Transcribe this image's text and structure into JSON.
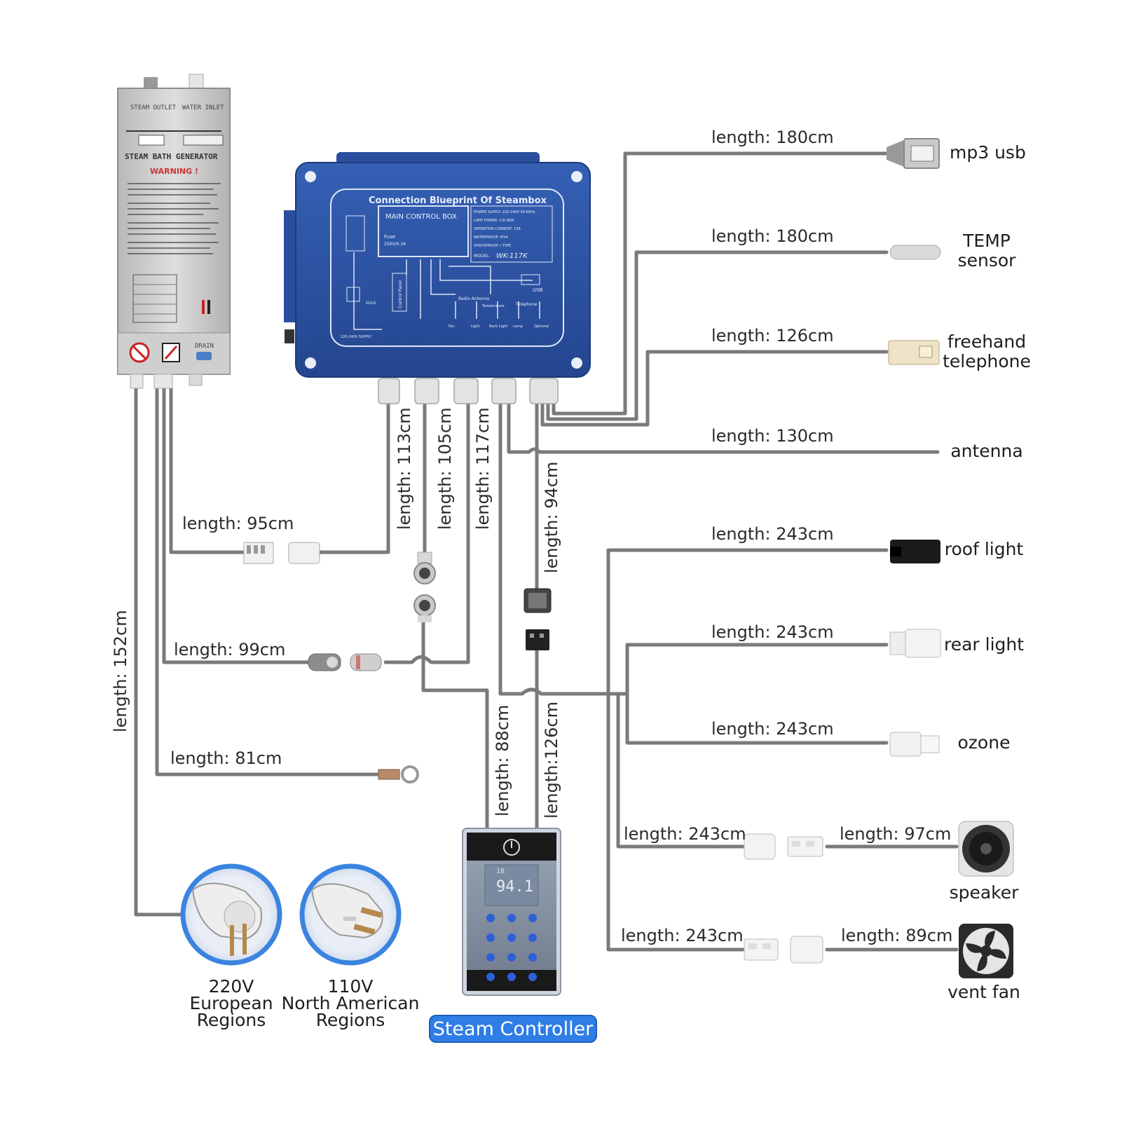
{
  "devices": {
    "mp3_usb": "mp3 usb",
    "temp_sensor_1": "TEMP",
    "temp_sensor_2": "sensor",
    "telephone_1": "freehand",
    "telephone_2": "telephone",
    "antenna": "antenna",
    "roof_light": "roof light",
    "rear_light": "rear light",
    "ozone": "ozone",
    "speaker": "speaker",
    "vent_fan": "vent fan"
  },
  "lengths": {
    "mp3_usb": "length: 180cm",
    "temp_sensor": "length: 180cm",
    "telephone": "length: 126cm",
    "antenna": "length: 130cm",
    "roof_light": "length: 243cm",
    "rear_light": "length: 243cm",
    "ozone": "length: 243cm",
    "speaker_main": "length: 243cm",
    "speaker_ext": "length: 97cm",
    "fan_main": "length: 243cm",
    "fan_ext": "length: 89cm",
    "l95": "length: 95cm",
    "l99": "length: 99cm",
    "l81": "length: 81cm",
    "l152": "length: 152cm",
    "l113": "length: 113cm",
    "l105": "length: 105cm",
    "l117": "length: 117cm",
    "l94": "length: 94cm",
    "l88": "length: 88cm",
    "l126v": "length:126cm"
  },
  "plugs": {
    "eu_1": "220V",
    "eu_2": "European",
    "eu_3": "Regions",
    "na_1": "110V",
    "na_2": "North American",
    "na_3": "Regions"
  },
  "generator": {
    "title": "STEAM BATH GENERATOR",
    "warning": "WARNING !",
    "steam_outlet": "STEAM OUTLET",
    "water_inlet": "WATER INLET",
    "drain": "DRAIN"
  },
  "control_box": {
    "title": "Connection Blueprint Of Steambox",
    "main": "MAIN CONTROL BOX",
    "control_panel": "Control Panel",
    "radio": "Radio Antenna",
    "usb": "USB",
    "telephone": "Telephone",
    "temp": "Temperature",
    "spec_1": "POWER SUPPLY: 220-240V 50-60Hz",
    "spec_2": "LIMIT POWER: 2.8-3KW",
    "spec_3": "OPERATION CURRENT: 13A",
    "spec_4": "WATERPROOF: IPX4",
    "spec_5": "SHOCKPROOF: I TYPE",
    "model_label": "MODEL:",
    "model": "WK-117K",
    "fuse": "Fuse",
    "fuse_val": "250V/6.3A",
    "fan": "Fan",
    "light": "Light",
    "back_light": "Back Light",
    "lamp": "Lamp",
    "optional": "Optional",
    "supply": "220-240V SUPPLY",
    "gold": "GOLD"
  },
  "controller": {
    "label": "Steam Controller",
    "display": "94.1",
    "display_small": "18"
  },
  "colors": {
    "wire": "#7a7a7a",
    "control_box": "#2f56a8",
    "accent": "#2f7de6",
    "generator": "#c9c9c9"
  }
}
